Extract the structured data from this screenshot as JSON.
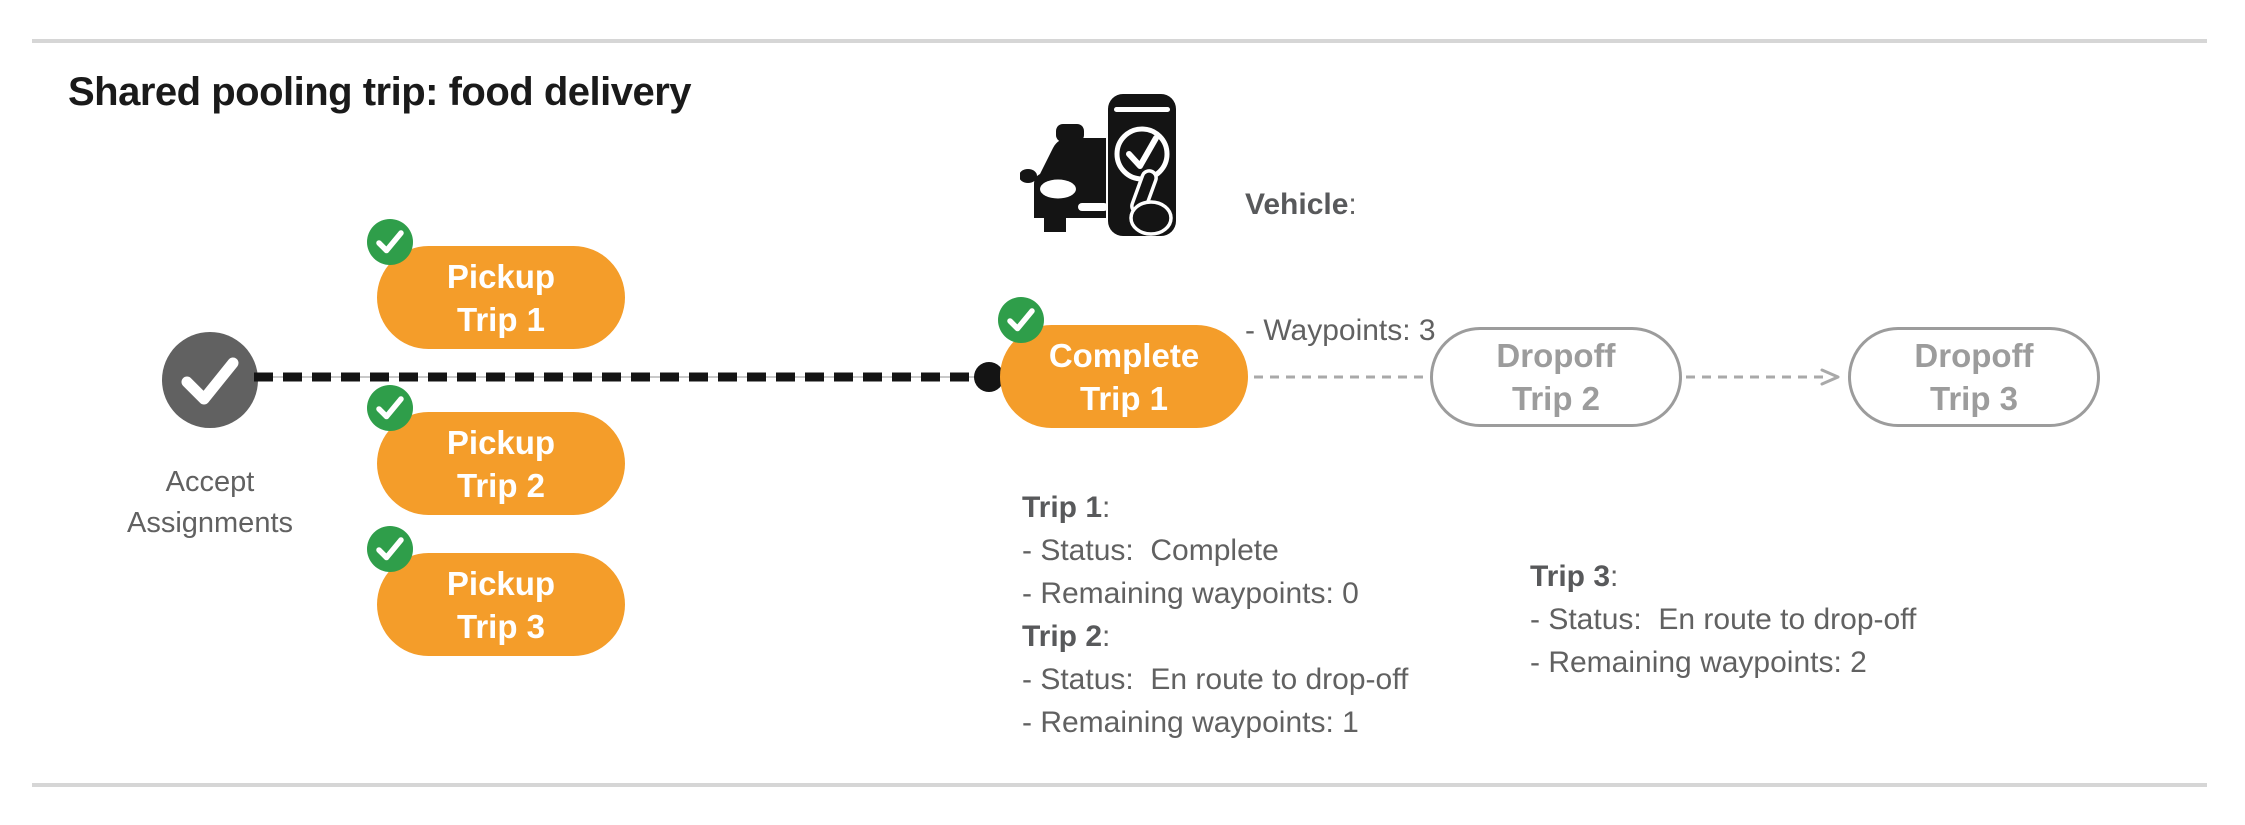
{
  "page": {
    "title": "Shared pooling trip: food delivery"
  },
  "vehicle_info": {
    "icon": "car-phone-check-icon",
    "label": "Vehicle",
    "suffix": ":",
    "detail": "- Waypoints: 3"
  },
  "flow": {
    "start": {
      "icon": "check-icon",
      "label_line1": "Accept",
      "label_line2": "Assignments"
    },
    "pickups": [
      {
        "line1": "Pickup",
        "line2": "Trip 1",
        "badge_icon": "check-icon"
      },
      {
        "line1": "Pickup",
        "line2": "Trip 2",
        "badge_icon": "check-icon"
      },
      {
        "line1": "Pickup",
        "line2": "Trip 3",
        "badge_icon": "check-icon"
      }
    ],
    "complete": {
      "line1": "Complete",
      "line2": "Trip 1",
      "badge_icon": "check-icon"
    },
    "dropoffs": [
      {
        "line1": "Dropoff",
        "line2": "Trip 2"
      },
      {
        "line1": "Dropoff",
        "line2": "Trip 3"
      }
    ]
  },
  "trip_status": {
    "block1": [
      {
        "label": "Trip 1",
        "suffix": ":",
        "lines": [
          "- Status:  Complete",
          "- Remaining waypoints: 0"
        ]
      },
      {
        "label": "Trip 2",
        "suffix": ":",
        "lines": [
          "- Status:  En route to drop-off",
          "- Remaining waypoints: 1"
        ]
      }
    ],
    "block2": [
      {
        "label": "Trip 3",
        "suffix": ":",
        "lines": [
          "- Status:  En route to drop-off",
          "- Remaining waypoints: 2"
        ]
      }
    ]
  },
  "colors": {
    "orange_pill": "#F49D2A",
    "green_badge": "#2F9E4A",
    "gray_node": "#616161",
    "gray_text": "#616161",
    "dropoff_gray": "#9C9C9C",
    "divider_gray": "#D6D6D6",
    "line_black": "#141414"
  }
}
